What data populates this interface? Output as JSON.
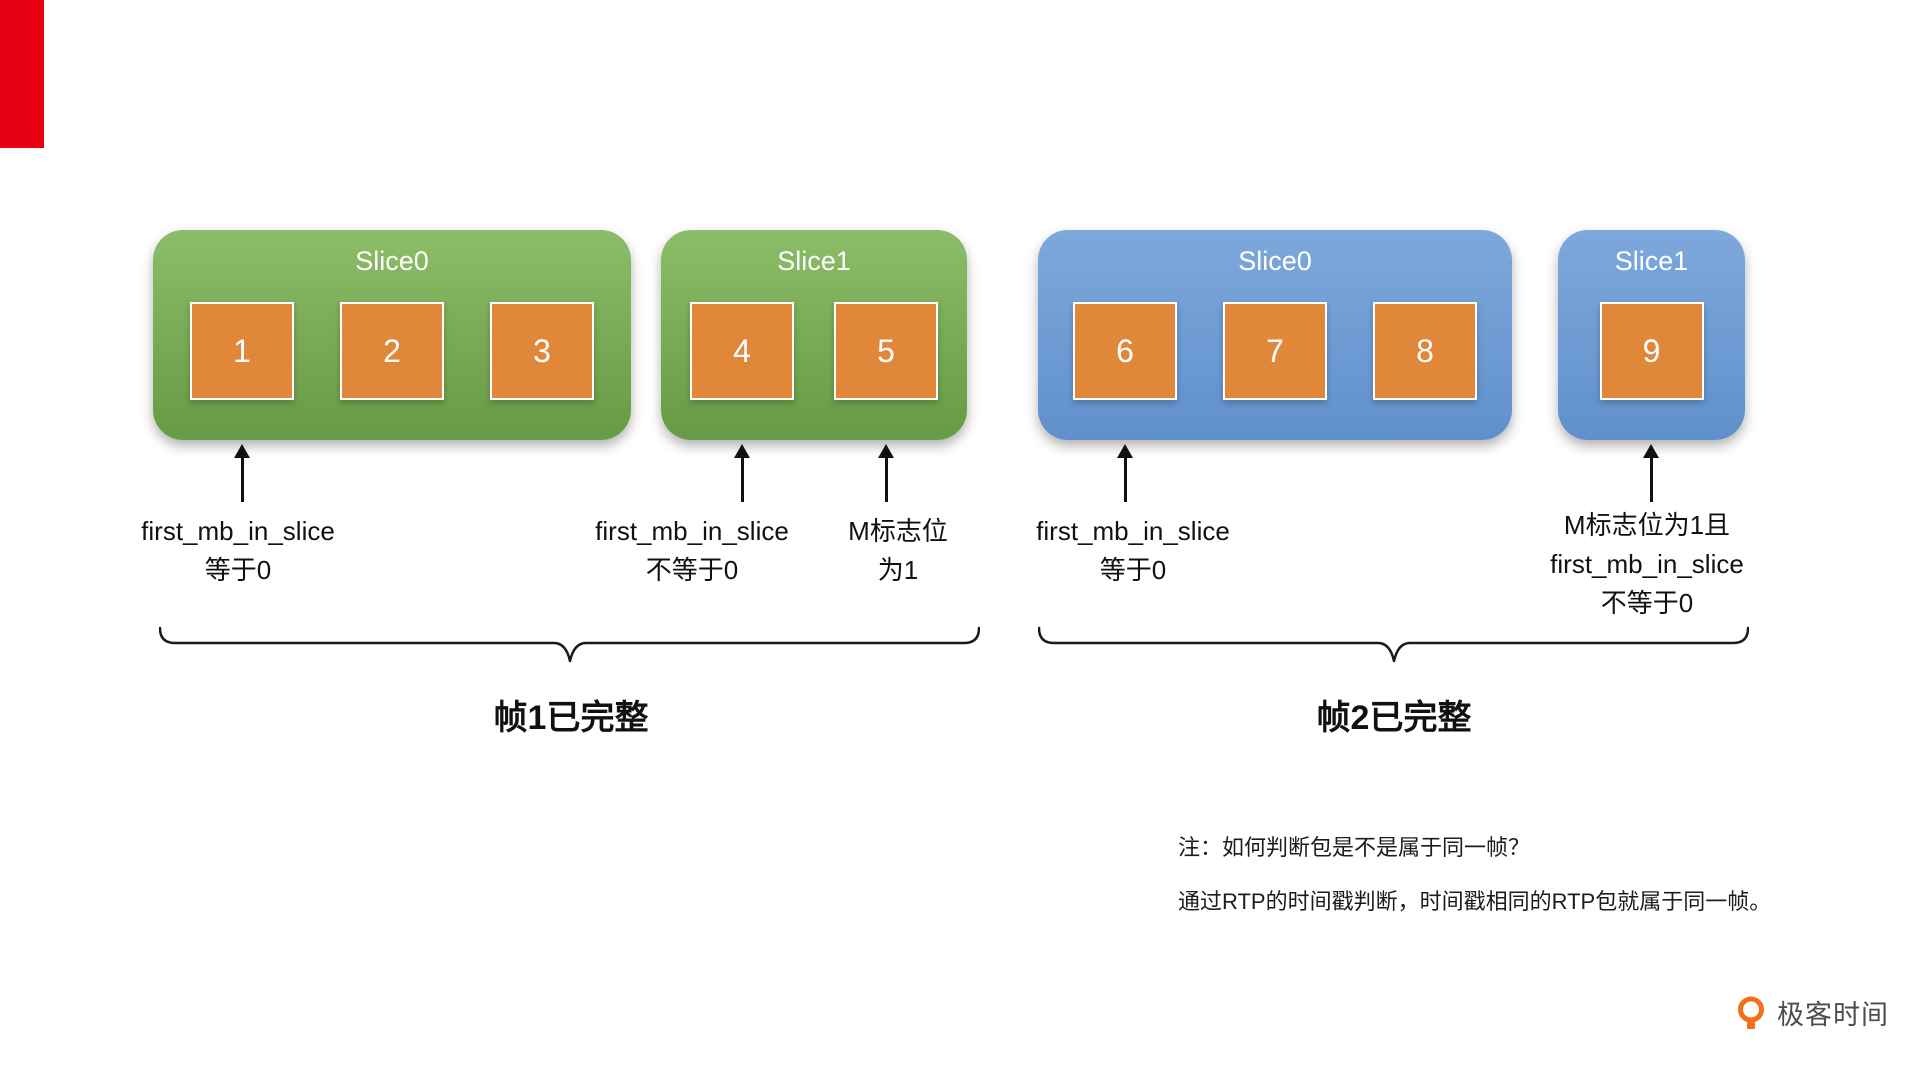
{
  "frames": [
    {
      "brace_label": "帧1已完整",
      "slices": [
        {
          "title": "Slice0",
          "boxes": [
            "1",
            "2",
            "3"
          ]
        },
        {
          "title": "Slice1",
          "boxes": [
            "4",
            "5"
          ]
        }
      ]
    },
    {
      "brace_label": "帧2已完整",
      "slices": [
        {
          "title": "Slice0",
          "boxes": [
            "6",
            "7",
            "8"
          ]
        },
        {
          "title": "Slice1",
          "boxes": [
            "9"
          ]
        }
      ]
    }
  ],
  "annotations": [
    {
      "line1": "first_mb_in_slice",
      "line2": "等于0"
    },
    {
      "line1": "first_mb_in_slice",
      "line2": "不等于0"
    },
    {
      "line1": "M标志位",
      "line2": "为1"
    },
    {
      "line1": "first_mb_in_slice",
      "line2": "等于0"
    },
    {
      "line1": "M标志位为1且",
      "line2": "first_mb_in_slice",
      "line3": "不等于0"
    }
  ],
  "notes": {
    "line1": "注：如何判断包是不是属于同一帧？",
    "line2": "通过RTP的时间戳判断，时间戳相同的RTP包就属于同一帧。"
  },
  "footer": {
    "logo_text": "极客时间"
  },
  "colors": {
    "green": "#76a653",
    "blue": "#6b9bd2",
    "orange": "#e0873a",
    "red": "#e60012",
    "logo-orange": "#f3701b"
  }
}
